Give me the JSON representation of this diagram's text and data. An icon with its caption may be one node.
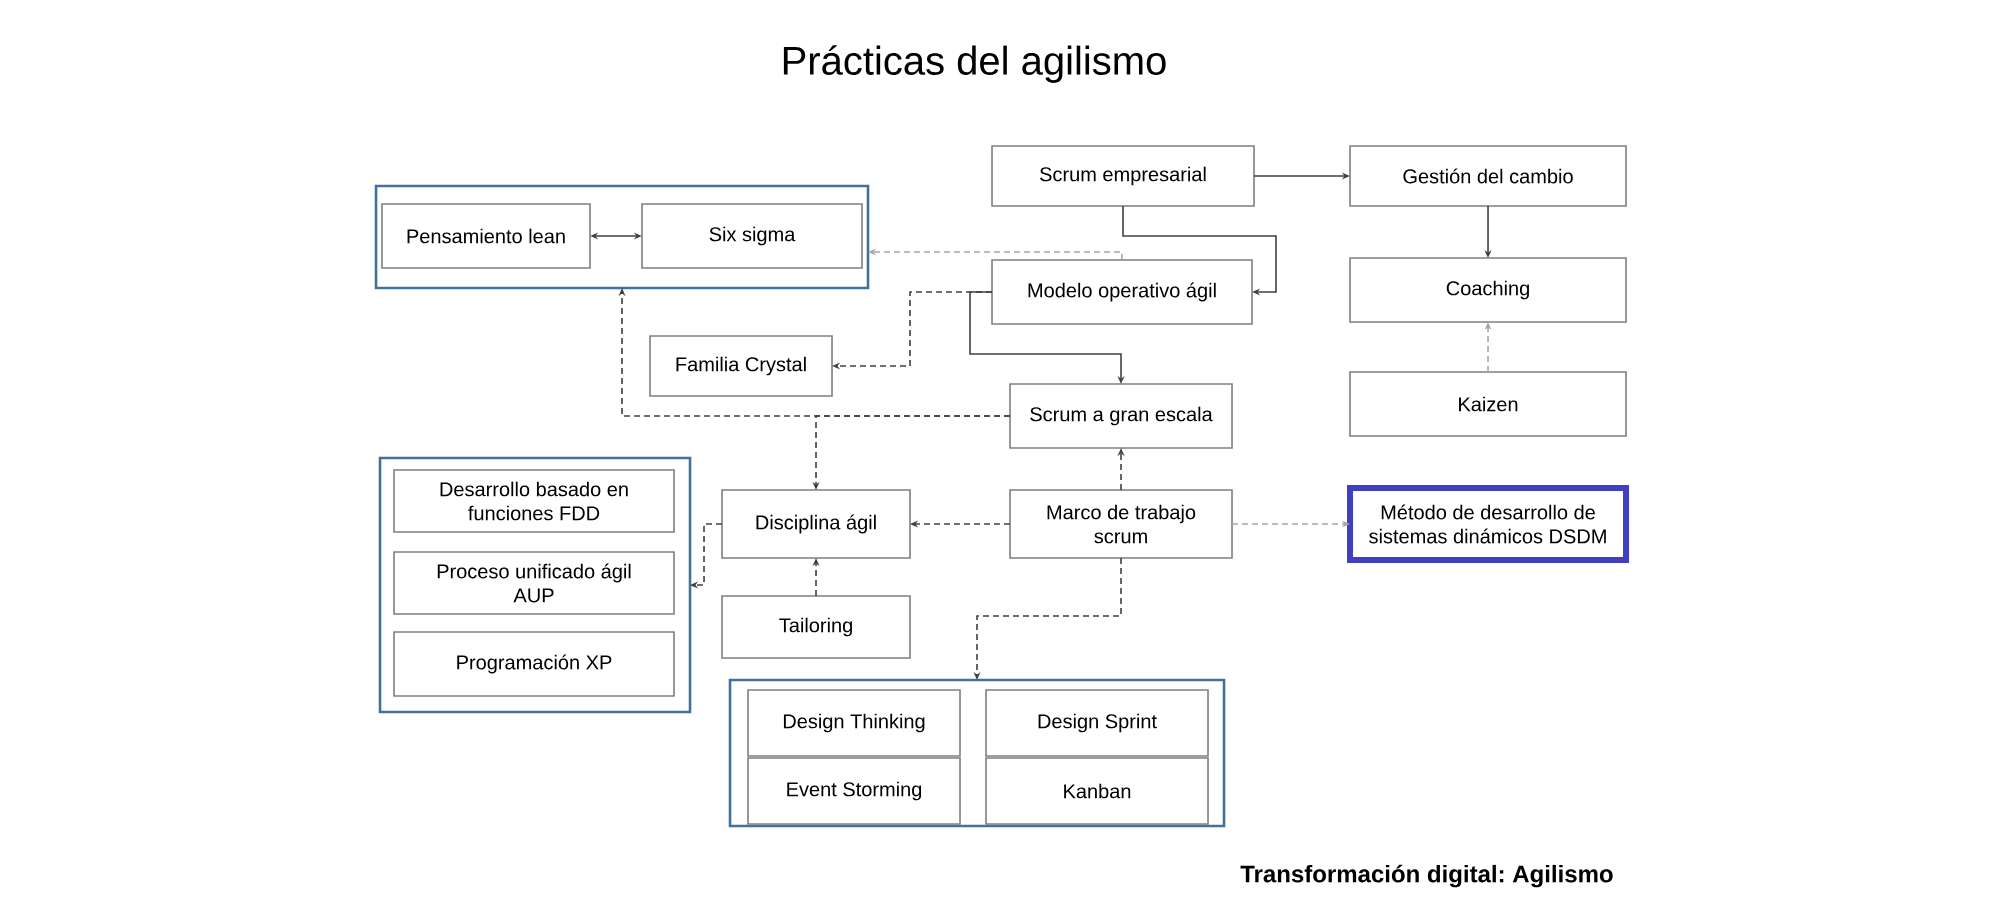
{
  "diagram": {
    "title": "Prácticas del agilismo",
    "caption": "Transformación digital: Agilismo",
    "nodes": [
      {
        "text": [],
        "shape": "box"
      },
      {
        "text": [
          "Pensamiento lean"
        ],
        "in": 0
      },
      {
        "text": [
          "Six sigma"
        ],
        "in": 0
      },
      {
        "text": [
          "Scrum empresarial"
        ]
      },
      {
        "text": [
          "Gestión del cambio"
        ]
      },
      {
        "text": [
          "Modelo operativo ágil"
        ]
      },
      {
        "text": [
          "Coaching"
        ]
      },
      {
        "text": [
          "Familia Crystal"
        ]
      },
      {
        "text": [
          "Scrum a gran escala"
        ]
      },
      {
        "text": [
          "Kaizen"
        ]
      },
      {
        "text": [],
        "shape": "box"
      },
      {
        "text": [
          "Desarrollo basado en funciones FDD"
        ],
        "in": 10
      },
      {
        "text": [
          "Proceso unificado ágil AUP"
        ],
        "in": 10
      },
      {
        "text": [
          "Programación XP"
        ],
        "in": 10
      },
      {
        "text": [
          "Disciplina ágil"
        ]
      },
      {
        "text": [
          "Marco de trabajo scrum"
        ]
      },
      {
        "text": [
          "Método de desarrollo de sistemas dinámicos DSDM"
        ]
      },
      {
        "text": [
          "Tailoring"
        ]
      },
      {
        "text": [],
        "shape": "box"
      },
      {
        "text": [
          "Design Thinking"
        ],
        "in": 18
      },
      {
        "text": [
          "Design Sprint"
        ],
        "in": 18
      },
      {
        "text": [
          "Event Storming"
        ],
        "in": 18
      },
      {
        "text": [
          "Kanban"
        ],
        "in": 18
      }
    ],
    "edges": [
      {
        "from": 1,
        "to": 2,
        "arrow": "both"
      },
      {
        "from": 3,
        "to": 4,
        "arrow": "to"
      },
      {
        "from": 3,
        "to": 5,
        "arrow": "to"
      },
      {
        "from": 4,
        "to": 6,
        "arrow": "to"
      },
      {
        "from": 9,
        "to": 6,
        "arrow": "to",
        "style": "dashed",
        "color": "#a6a6a6"
      },
      {
        "from": 5,
        "to": 0,
        "arrow": "to",
        "style": "dashed",
        "color": "#a6a6a6"
      },
      {
        "from": 5,
        "to": 7,
        "arrow": "to",
        "style": "dashed"
      },
      {
        "from": 5,
        "to": 8,
        "arrow": "to"
      },
      {
        "from": 8,
        "to": 0,
        "arrow": "to",
        "style": "dashed"
      },
      {
        "from": 8,
        "to": 14,
        "arrow": "to",
        "style": "dashed"
      },
      {
        "from": 15,
        "to": 8,
        "arrow": "to",
        "style": "dashed"
      },
      {
        "from": 15,
        "to": 14,
        "arrow": "to",
        "style": "dashed"
      },
      {
        "from": 15,
        "to": 16,
        "arrow": "to",
        "style": "dashed",
        "color": "#a6a6a6"
      },
      {
        "from": 15,
        "to": 18,
        "arrow": "to",
        "style": "dashed"
      },
      {
        "from": 17,
        "to": 14,
        "arrow": "to",
        "style": "dashed"
      },
      {
        "from": 14,
        "to": 10,
        "arrow": "to",
        "style": "dashed"
      }
    ]
  }
}
